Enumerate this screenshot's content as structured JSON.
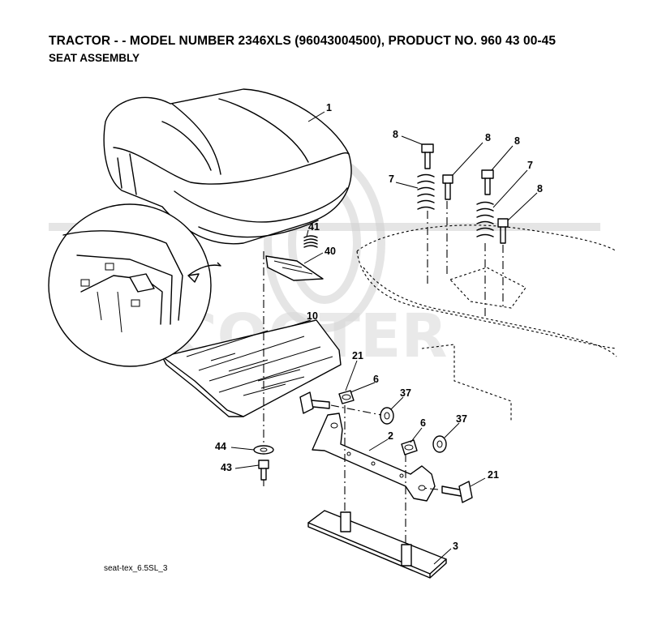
{
  "header": {
    "title": "TRACTOR - - MODEL NUMBER 2346XLS (96043004500), PRODUCT NO. 960 43 00-45",
    "subtitle": "SEAT ASSEMBLY"
  },
  "footer": {
    "reference": "seat-tex_6.5SL_3"
  },
  "callouts": {
    "c1": "1",
    "c8a": "8",
    "c8b": "8",
    "c8c": "8",
    "c8d": "8",
    "c7a": "7",
    "c7b": "7",
    "c41": "41",
    "c40": "40",
    "c10": "10",
    "c21a": "21",
    "c6a": "6",
    "c37a": "37",
    "c6b": "6",
    "c37b": "37",
    "c2": "2",
    "c44": "44",
    "c43": "43",
    "c21b": "21",
    "c3": "3"
  },
  "watermark": {
    "text": "SCOOTER"
  }
}
